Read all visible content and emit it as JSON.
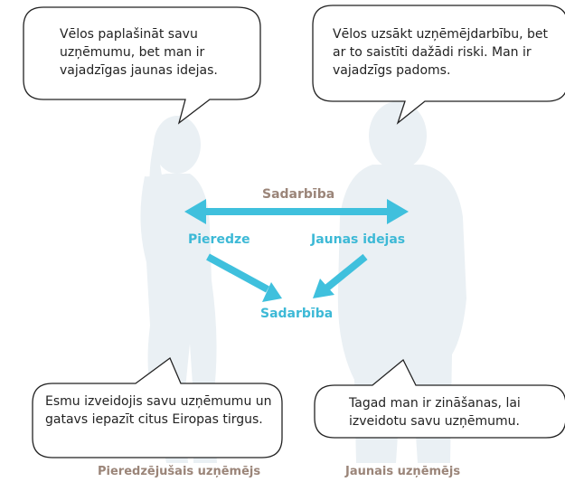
{
  "bubbles": {
    "top_left": "Vēlos paplašināt savu uzņēmumu, bet man ir vajadzīgas jaunas idejas.",
    "top_right": "Vēlos uzsākt uzņēmējdarbību, bet ar to saistīti dažādi riski. Man ir vajadzīgs padoms.",
    "bottom_left": "Esmu izveidojis savu uzņēmumu un gatavs iepazīt citus Eiropas tirgus.",
    "bottom_right": "Tagad man ir zināšanas, lai izveidotu savu uzņēmumu."
  },
  "labels": {
    "cooperation_top": "Sadarbība",
    "experience": "Pieredze",
    "new_ideas": "Jaunas idejas",
    "cooperation_center": "Sadarbība"
  },
  "captions": {
    "experienced": "Pieredzējušais uzņēmējs",
    "new": "Jaunais uzņēmējs"
  },
  "colors": {
    "arrow": "#3fc0dd",
    "label_cyan": "#3db9d6",
    "label_brown": "#9b8579",
    "silhouette": "#eaf0f4",
    "bubble_border": "#222222"
  }
}
